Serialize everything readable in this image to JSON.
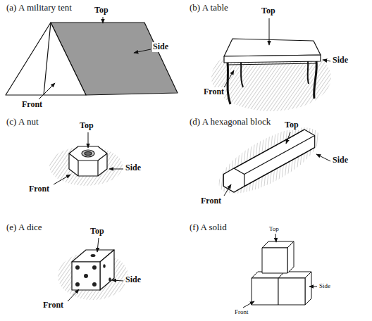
{
  "diagram": {
    "labels": [
      "(a) A military tent",
      "Top",
      "Side",
      "Front",
      "(b) A table",
      "Top",
      "Side",
      "Front",
      "(c) A nut",
      "Top",
      "Side",
      "Front",
      "(d) A hexagonal block",
      "Top",
      "Side",
      "Front",
      "(e) A dice",
      "Top",
      "Side",
      "Front",
      "(f) A solid",
      "Top",
      "Side",
      "Front"
    ]
  }
}
